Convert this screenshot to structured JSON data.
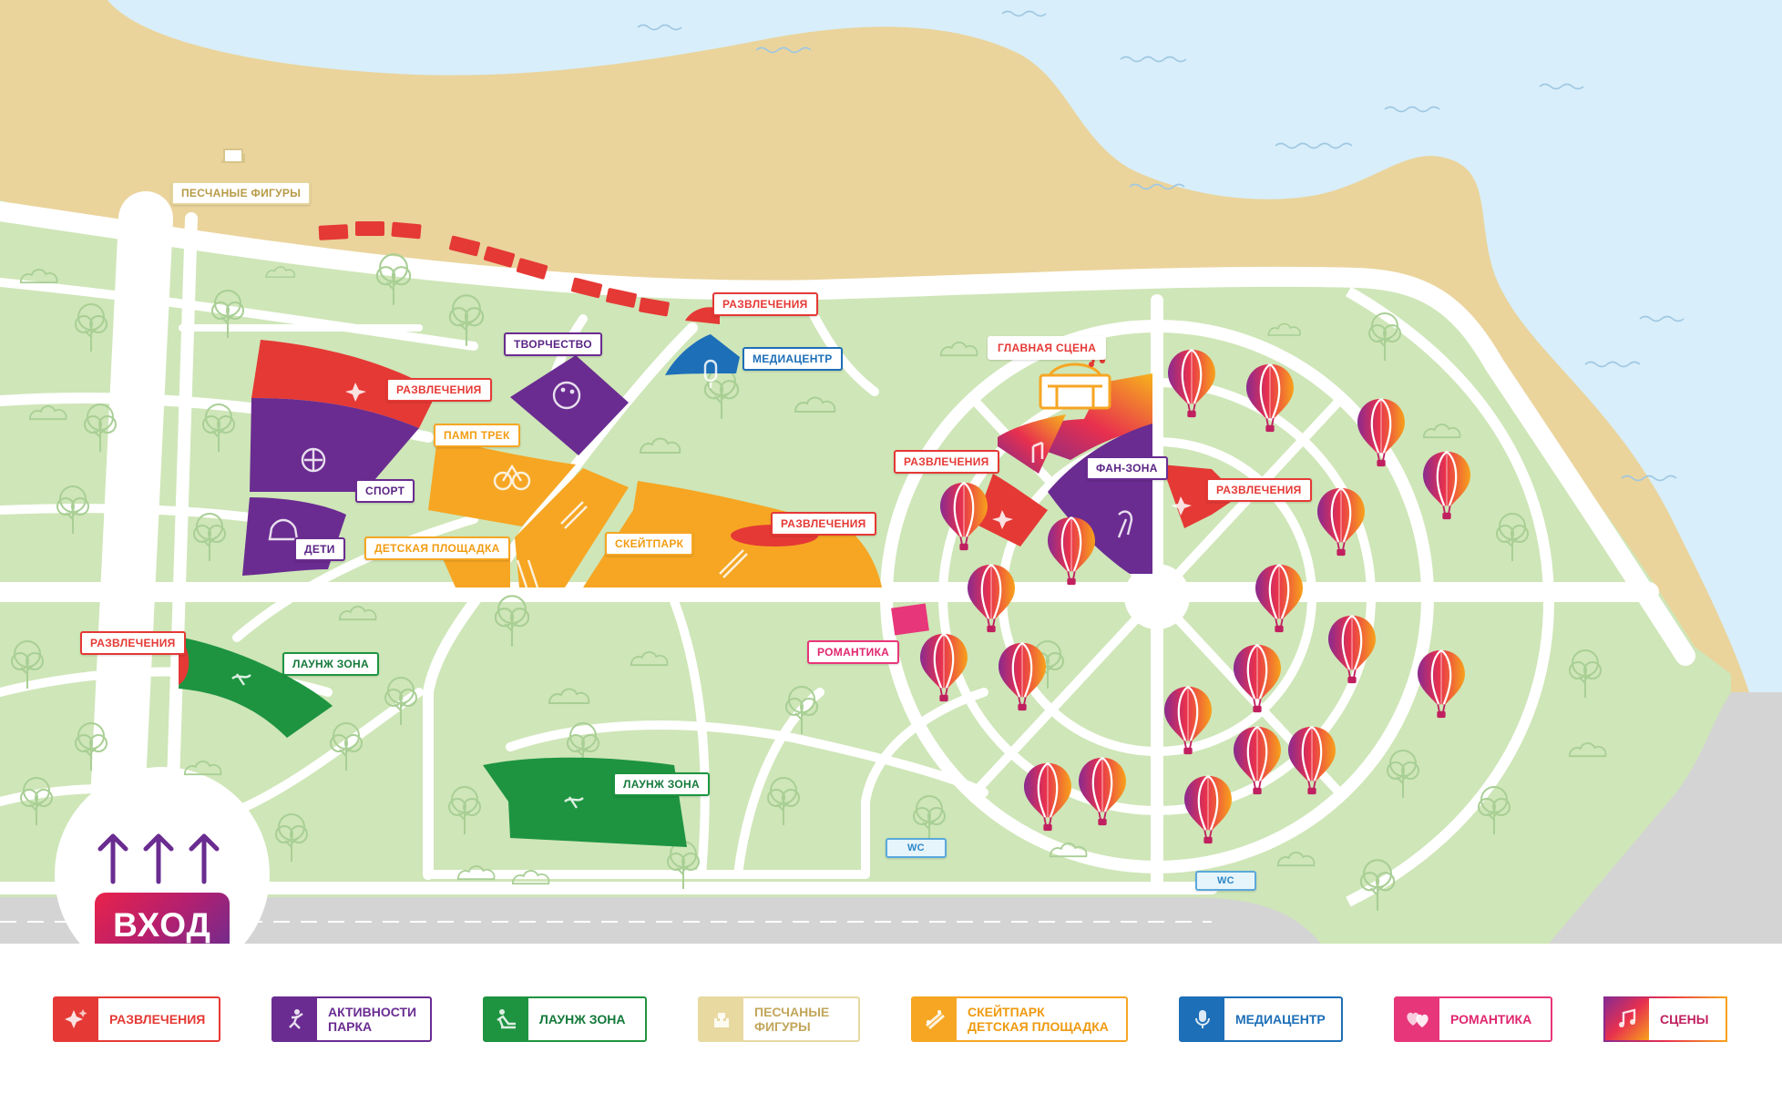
{
  "map": {
    "entry_label": "ВХОД",
    "labels": {
      "sand_figures": "ПЕСЧАНЫЕ ФИГУРЫ",
      "fun_top": "РАЗВЛЕЧЕНИЯ",
      "creativity": "ТВОРЧЕСТВО",
      "media_center": "МЕДИАЦЕНТР",
      "main_stage": "ГЛАВНАЯ СЦЕНА",
      "fun_left": "РАЗВЛЕЧЕНИЯ",
      "pump_track": "ПАМП ТРЕК",
      "sport": "СПОРТ",
      "kids": "ДЕТИ",
      "playground": "ДЕТСКАЯ ПЛОЩАДКА",
      "skatepark": "СКЕЙТПАРК",
      "fun_skate": "РАЗВЛЕЧЕНИЯ",
      "fun_center": "РАЗВЛЕЧЕНИЯ",
      "fan_zone": "ФАН-ЗОНА",
      "fun_right": "РАЗВЛЕЧЕНИЯ",
      "romance": "РОМАНТИКА",
      "fun_entry": "РАЗВЛЕЧЕНИЯ",
      "lounge_1": "ЛАУНЖ ЗОНА",
      "lounge_2": "ЛАУНЖ ЗОНА",
      "wc_1": "WC",
      "wc_2": "WC"
    }
  },
  "legend": [
    {
      "name": "fun",
      "label": "РАЗВЛЕЧЕНИЯ",
      "color": "#e53935",
      "icon": "sparkle-icon"
    },
    {
      "name": "park-activities",
      "label": "АКТИВНОСТИ\nПАРКА",
      "color": "#6a2c91",
      "icon": "person-jumping-icon"
    },
    {
      "name": "lounge",
      "label": "ЛАУНЖ ЗОНА",
      "color": "#1e9440",
      "icon": "lounger-icon"
    },
    {
      "name": "sand-figures",
      "label": "ПЕСЧАНЫЕ\nФИГУРЫ",
      "color": "#e8d9a1",
      "icon": "sand-castle-icon"
    },
    {
      "name": "skatepark",
      "label": "СКЕЙТПАРК\nДЕТСКАЯ ПЛОЩАДКА",
      "color": "#f6a623",
      "icon": "skateboard-icon"
    },
    {
      "name": "media-center",
      "label": "МЕДИАЦЕНТР",
      "color": "#1d6fb8",
      "icon": "microphone-icon"
    },
    {
      "name": "romance",
      "label": "РОМАНТИКА",
      "color": "#e8367a",
      "icon": "hearts-icon"
    },
    {
      "name": "stages",
      "label": "СЦЕНЫ",
      "color": "#c0205f",
      "icon": "music-notes-icon"
    }
  ],
  "colors": {
    "water": "#d8eefa",
    "sand": "#ead49c",
    "park": "#cfe6b8",
    "road": "#d4d4d4",
    "path": "#ffffff"
  }
}
